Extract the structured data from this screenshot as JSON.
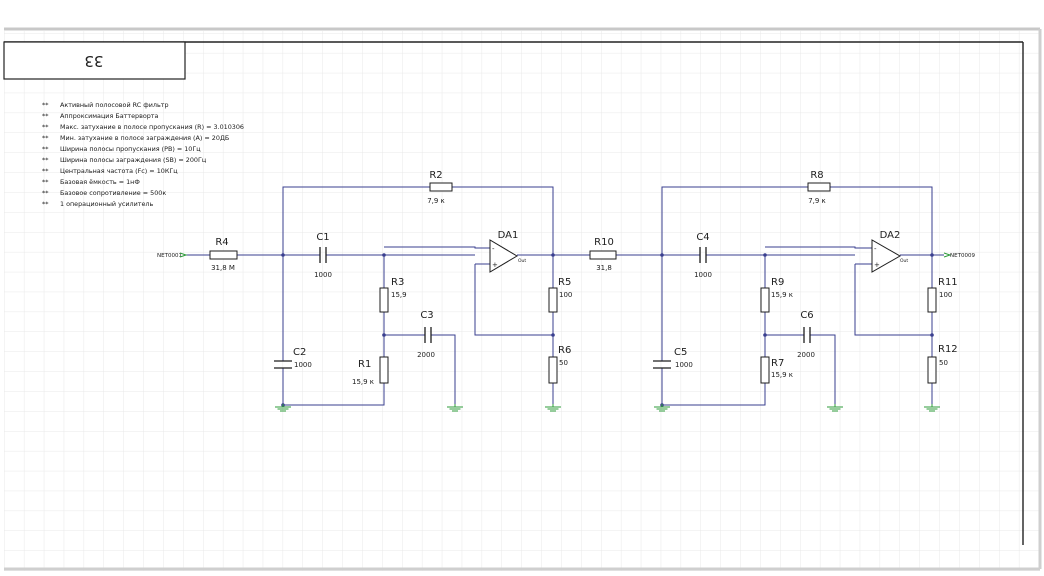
{
  "title_block": {
    "text": "33"
  },
  "notes": [
    "Активный полосовой RC фильтр",
    "Аппроксимация Баттерворта",
    "Макс. затухание в полосе пропускания (R) = 3.010306",
    "Мин. затухание в полосе заграждения (A) = 20ДБ",
    "Ширина полосы пропускания (PB) = 10Гц",
    "Ширина полосы заграждения (SB) = 200Гц",
    "Центральная частота (Fc) = 10КГц",
    "Базовая ёмкость = 1нФ",
    "Базовое сопротивление = 500к",
    "1 операционный усилитель"
  ],
  "note_marker": "**",
  "nets": {
    "input": "NET0001",
    "output": "NET0009"
  },
  "opamp_out_label": "Out",
  "components": {
    "R4": {
      "ref": "R4",
      "value": "31,8 М"
    },
    "C1": {
      "ref": "C1",
      "value": "1000"
    },
    "R2": {
      "ref": "R2",
      "value": "7,9 к"
    },
    "DA1": {
      "ref": "DA1"
    },
    "R3": {
      "ref": "R3",
      "value": "15,9"
    },
    "C3": {
      "ref": "C3",
      "value": "2000"
    },
    "R1": {
      "ref": "R1",
      "value": "15,9 к"
    },
    "C2": {
      "ref": "C2",
      "value": "1000"
    },
    "R5": {
      "ref": "R5",
      "value": "100"
    },
    "R6": {
      "ref": "R6",
      "value": "50"
    },
    "R10": {
      "ref": "R10",
      "value": "31,8"
    },
    "C4": {
      "ref": "C4",
      "value": "1000"
    },
    "R8": {
      "ref": "R8",
      "value": "7,9 к"
    },
    "DA2": {
      "ref": "DA2"
    },
    "R9": {
      "ref": "R9",
      "value": "15,9 к"
    },
    "C6": {
      "ref": "C6",
      "value": "2000"
    },
    "R7": {
      "ref": "R7",
      "value": "15,9 к"
    },
    "C5": {
      "ref": "C5",
      "value": "1000"
    },
    "R11": {
      "ref": "R11",
      "value": "100"
    },
    "R12": {
      "ref": "R12",
      "value": "50"
    }
  },
  "colors": {
    "wire": "#3a3f8f",
    "ground": "#2e9b3a",
    "grid": "#e4e4e4",
    "component": "#1e1e1e",
    "frame": "#cfcfcf"
  }
}
